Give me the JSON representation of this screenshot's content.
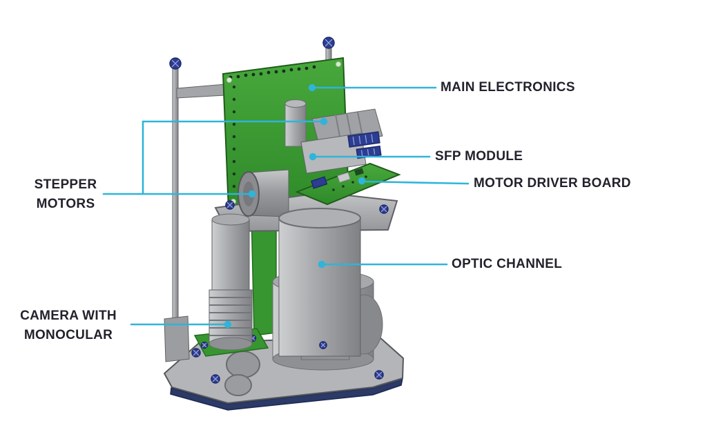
{
  "labels": [
    {
      "id": "main-electronics",
      "text": "MAIN ELECTRONICS"
    },
    {
      "id": "sfp-module",
      "text": "SFP MODULE"
    },
    {
      "id": "motor-driver-board",
      "text": "MOTOR DRIVER BOARD"
    },
    {
      "id": "optic-channel",
      "text": "OPTIC CHANNEL"
    },
    {
      "id": "stepper-motors",
      "text": "STEPPER MOTORS"
    },
    {
      "id": "camera-with-monocular",
      "text": "CAMERA WITH MONOCULAR"
    }
  ],
  "colors": {
    "leader_line": "#2fb4da",
    "label_text": "#22222c",
    "screw_blue": "#2c3d92",
    "pcb_green": "#37962f",
    "metal_gray": "#a9abae",
    "background": "#ffffff"
  }
}
